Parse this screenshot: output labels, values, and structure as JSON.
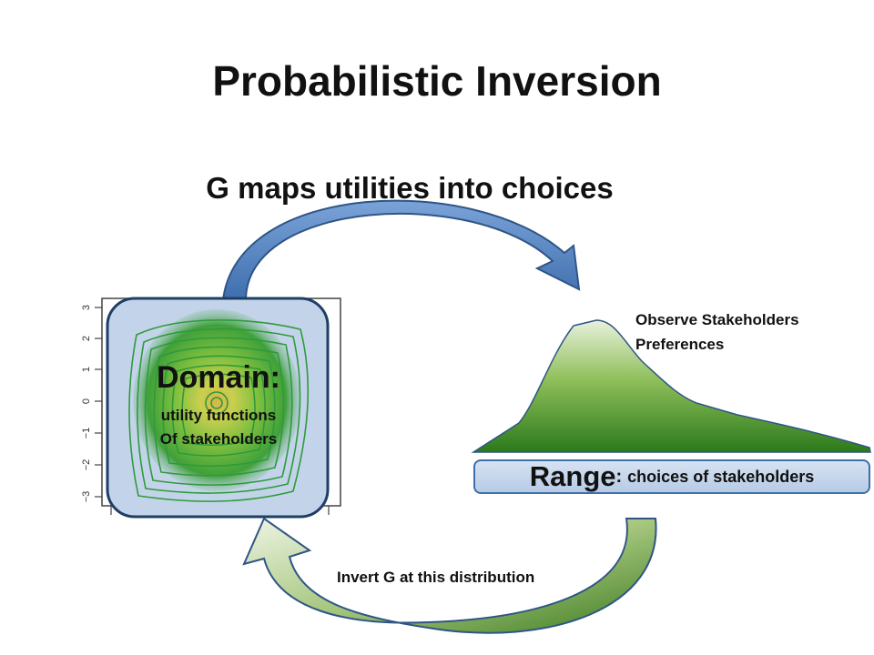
{
  "title": "Probabilistic Inversion",
  "subtitle": "G maps utilities into choices",
  "domain": {
    "heading": "Domain:",
    "line1": "utility functions",
    "line2": "Of  stakeholders",
    "axis_ticks": [
      "3",
      "2",
      "1",
      "0",
      "−1",
      "−2",
      "−3"
    ]
  },
  "range": {
    "label": "Range",
    "colon": ":",
    "description": "choices of stakeholders"
  },
  "observe": {
    "line1": "Observe Stakeholders",
    "line2": "Preferences"
  },
  "invert_label": "Invert G at this distribution",
  "colors": {
    "top_arrow": "#4f7fbf",
    "top_arrow_border": "#2f5585",
    "domain_box": "#c3d4ea",
    "domain_border": "#1f3e66",
    "contour": "#2f9a3a",
    "distribution_top": "#e6f0d8",
    "distribution_bottom": "#2f7a1e",
    "range_box": "#c6d6ec",
    "bottom_arrow_light": "#e6efd9",
    "bottom_arrow_dark": "#3d7a1e"
  }
}
